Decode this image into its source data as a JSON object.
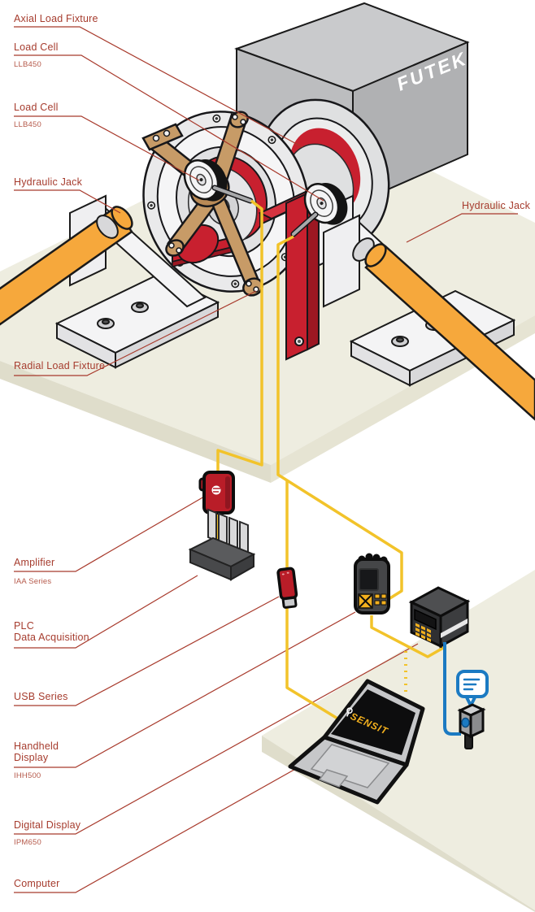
{
  "brand": {
    "machine_logo": "FUTEK",
    "laptop_logo": "SENSIT"
  },
  "colors": {
    "label_red": "#a63c2e",
    "leader_red": "#a83a2c",
    "wire_yellow": "#f2c32a",
    "wire_blue": "#1b7ac2",
    "accent_red": "#c8202f",
    "jack_orange": "#f6a83c",
    "fixture_tan": "#c79b67",
    "platform_beige": "#eeede0",
    "device_dark": "#3f4042",
    "button_yellow": "#f2b01e"
  },
  "labels": {
    "axial_load_fixture": {
      "title": "Axial Load Fixture"
    },
    "load_cell_top": {
      "title": "Load Cell",
      "model": "LLB450"
    },
    "load_cell_front": {
      "title": "Load Cell",
      "model": "LLB450"
    },
    "hydraulic_jack_left": {
      "title": "Hydraulic Jack"
    },
    "hydraulic_jack_right": {
      "title": "Hydraulic Jack"
    },
    "radial_load_fixture": {
      "title": "Radial Load Fixture"
    },
    "amplifier": {
      "title": "Amplifier",
      "model": "IAA Series"
    },
    "plc": {
      "title_line1": "PLC",
      "title_line2": "Data Acquisition"
    },
    "usb_series": {
      "title": "USB Series"
    },
    "handheld_display": {
      "title_line1": "Handheld",
      "title_line2": "Display",
      "model": "IHH500"
    },
    "digital_display": {
      "title": "Digital Display",
      "model": "IPM650"
    },
    "computer": {
      "title": "Computer"
    }
  }
}
